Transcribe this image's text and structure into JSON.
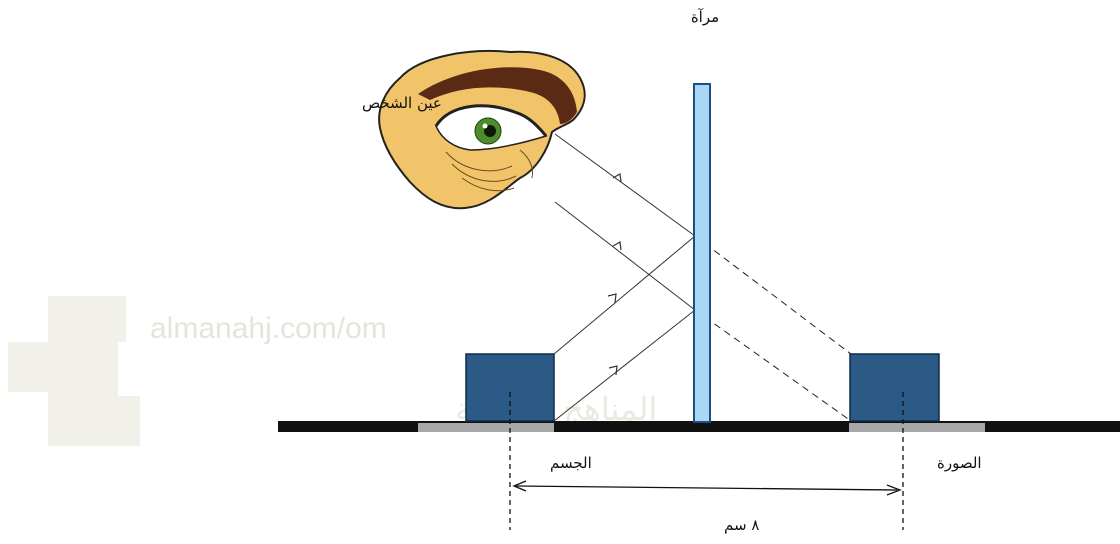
{
  "labels": {
    "mirror": "مرآة",
    "eye": "عين الشخص",
    "object": "الجسم",
    "image": "الصورة",
    "distance": "٨ سم"
  },
  "watermark": {
    "url_text": "almanahj.com/om",
    "arabic_text": "المناهج العمانية"
  },
  "colors": {
    "mirror_fill": "#a9d8f5",
    "mirror_stroke": "#1d4f86",
    "box_fill": "#2a5a85",
    "box_stroke": "#0f2c47",
    "ground": "#111111",
    "base_plate": "#a8a8a8",
    "skin": "#f2c46a",
    "eyebrow": "#5a2a14",
    "iris": "#4c8c2c"
  }
}
